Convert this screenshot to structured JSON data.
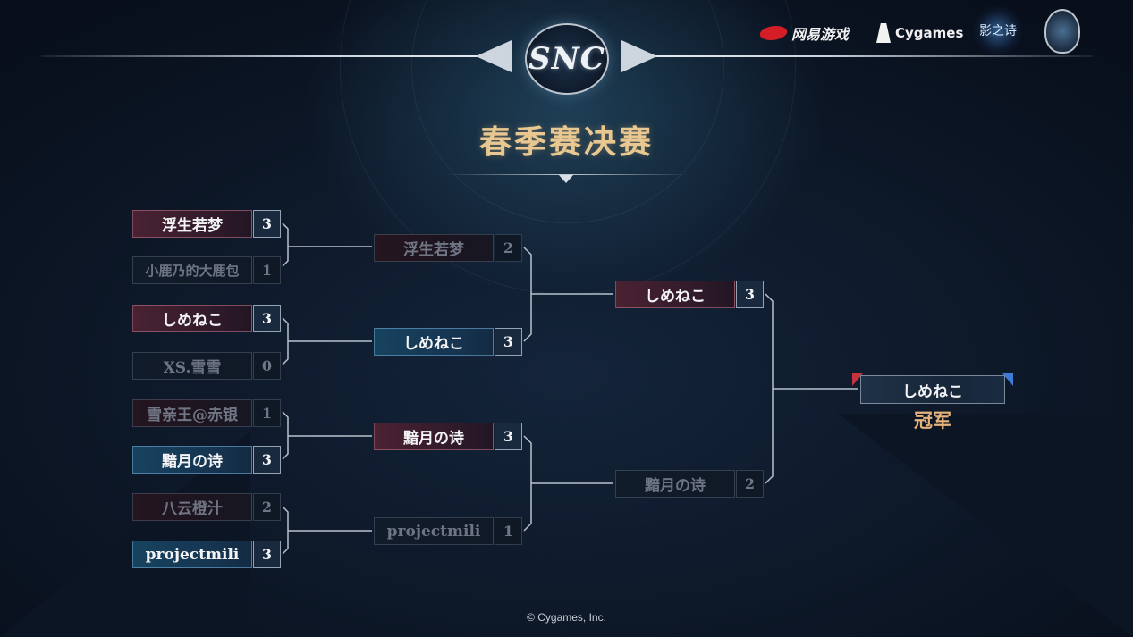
{
  "header": {
    "logo_text": "SNC",
    "sponsors": {
      "netease": "网易游戏",
      "cygames": "Cygames",
      "shadowverse": "影之诗"
    },
    "icons": [
      "netease-logo-icon",
      "cygames-logo-icon",
      "shadowverse-logo-icon",
      "crest-icon"
    ]
  },
  "title": "春季赛决赛",
  "bracket": {
    "round1": [
      {
        "name": "浮生若梦",
        "score": "3"
      },
      {
        "name": "小鹿乃的大鹿包",
        "score": "1"
      },
      {
        "name": "しめねこ",
        "score": "3"
      },
      {
        "name": "XS.雪雪",
        "score": "0"
      },
      {
        "name": "雪亲王@赤银",
        "score": "1"
      },
      {
        "name": "黯月の诗",
        "score": "3"
      },
      {
        "name": "八云橙汁",
        "score": "2"
      },
      {
        "name": "projectmili",
        "score": "3"
      }
    ],
    "round2": [
      {
        "name": "浮生若梦",
        "score": "2"
      },
      {
        "name": "しめねこ",
        "score": "3"
      },
      {
        "name": "黯月の诗",
        "score": "3"
      },
      {
        "name": "projectmili",
        "score": "1"
      }
    ],
    "round3": [
      {
        "name": "しめねこ",
        "score": "3"
      },
      {
        "name": "黯月の诗",
        "score": "2"
      }
    ],
    "champion": {
      "name": "しめねこ",
      "label": "冠军"
    }
  },
  "colors": {
    "title_gold": "#e8c890",
    "red_side": "#4a2232",
    "blue_side": "#17435f",
    "champion_label": "#e4b27a"
  },
  "footer": "© Cygames, Inc."
}
